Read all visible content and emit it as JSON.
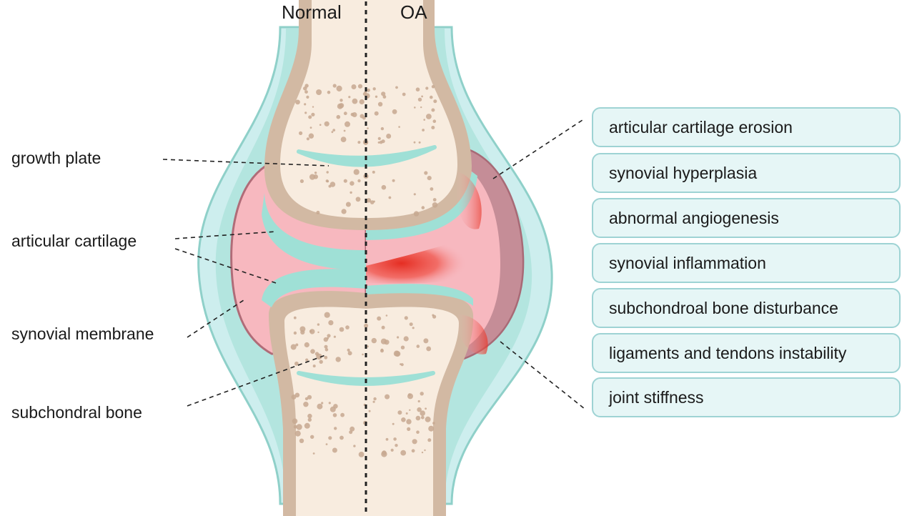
{
  "header": {
    "normal_label": "Normal",
    "oa_label": "OA"
  },
  "anatomy_labels": [
    "growth plate",
    "articular cartilage",
    "synovial membrane",
    "subchondral bone"
  ],
  "oa_features": [
    "articular cartilage erosion",
    "synovial hyperplasia",
    "abnormal angiogenesis",
    "synovial inflammation",
    "subchondroal bone disturbance",
    "ligaments and tendons instability",
    "joint stiffness"
  ],
  "colors": {
    "capsule_outer": "#cdeeee",
    "capsule_line": "#8fd0c9",
    "capsule_inner": "#a9e1da",
    "synovial_normal": "#f7b8bf",
    "synovial_membrane": "#c38b96",
    "bone_cortex": "#d2b9a3",
    "bone_marrow": "#f8ecdf",
    "marrow_dots": "#c7a891",
    "cartilage": "#9fe0d6",
    "inflammation": "#e8372a",
    "box_border": "#9ed3d4",
    "box_fill": "#e6f6f6"
  }
}
